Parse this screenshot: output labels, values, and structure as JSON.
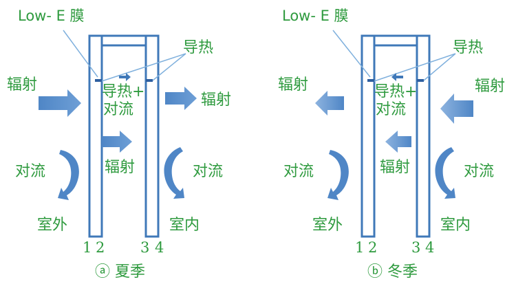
{
  "colors": {
    "label_green": "#2e9a3e",
    "frame_blue": "#3f78b8",
    "arrow_blue": "#5b8fc9",
    "arrow_light": "#7fa8d8",
    "leader_line": "#7fb0dd"
  },
  "summer": {
    "lowe_label": "Low- E 膜",
    "conduction_label": "导热",
    "cavity_label_line1": "导热+",
    "cavity_label_line2": "对流",
    "radiation_outer": "辐射",
    "radiation_inner": "辐射",
    "radiation_cavity": "辐射",
    "convection_outer": "对流",
    "convection_inner": "对流",
    "outdoor": "室外",
    "indoor": "室内",
    "pane_numbers": [
      "1",
      "2",
      "3",
      "4"
    ],
    "caption": "ⓐ 夏季"
  },
  "winter": {
    "lowe_label": "Low- E 膜",
    "conduction_label": "导热",
    "cavity_label_line1": "导热+",
    "cavity_label_line2": "对流",
    "radiation_outer": "辐射",
    "radiation_inner": "辐射",
    "radiation_cavity": "辐射",
    "convection_outer": "对流",
    "convection_inner": "对流",
    "outdoor": "室外",
    "indoor": "室内",
    "pane_numbers": [
      "1",
      "2",
      "3",
      "4"
    ],
    "caption": "ⓑ 冬季"
  }
}
